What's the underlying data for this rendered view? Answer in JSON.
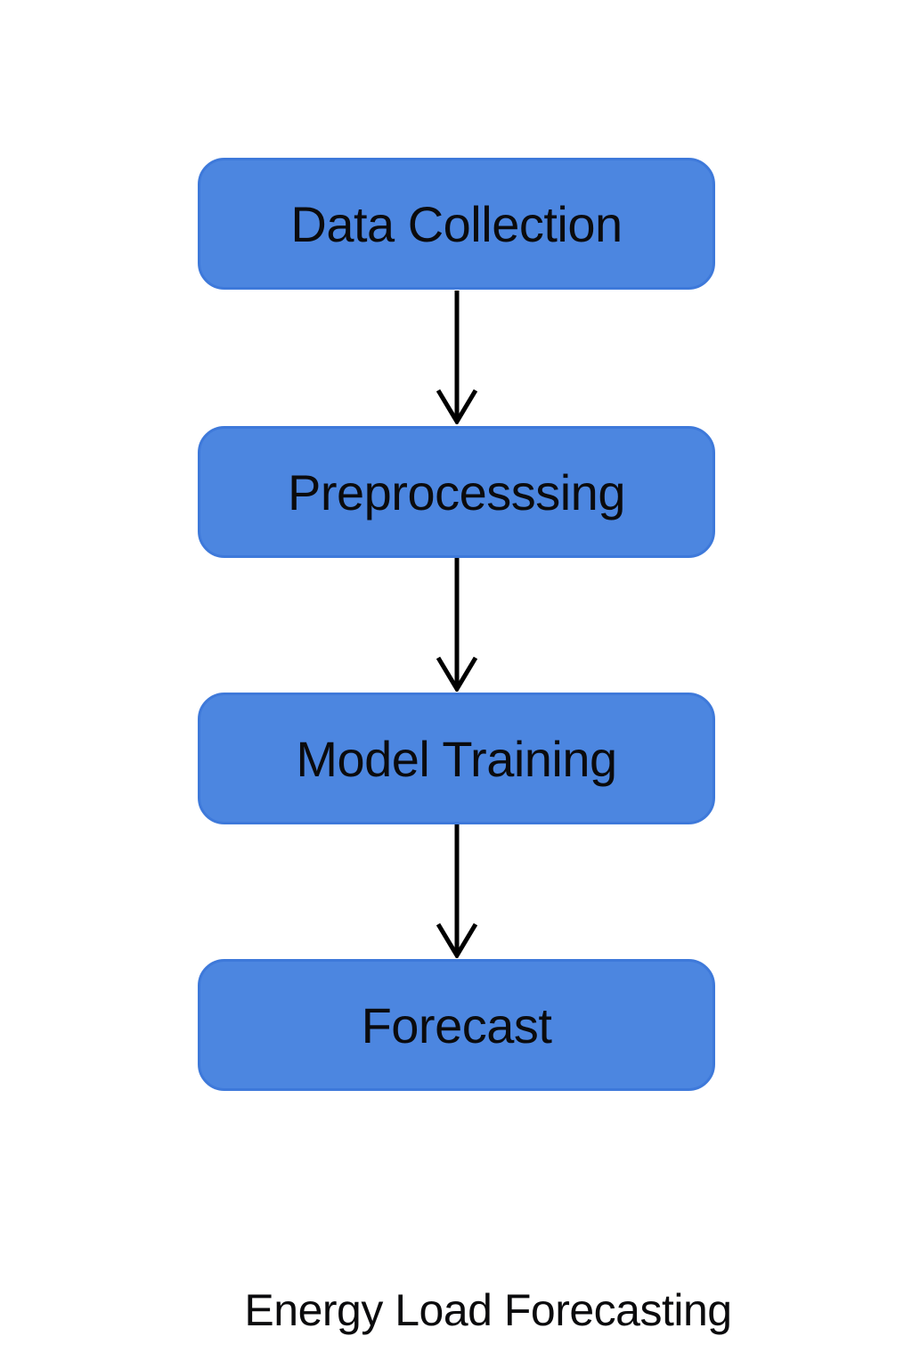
{
  "diagram": {
    "type": "flowchart",
    "direction": "top-to-bottom",
    "nodes": [
      {
        "id": "data-collection",
        "label": "Data Collection"
      },
      {
        "id": "preprocessing",
        "label": "Preprocesssing"
      },
      {
        "id": "model-training",
        "label": "Model Training"
      },
      {
        "id": "forecast",
        "label": "Forecast"
      }
    ],
    "connections": [
      {
        "from": "data-collection",
        "to": "preprocessing",
        "style": "arrow-down"
      },
      {
        "from": "preprocessing",
        "to": "model-training",
        "style": "arrow-down"
      },
      {
        "from": "model-training",
        "to": "forecast",
        "style": "arrow-down"
      }
    ],
    "caption": "Energy Load Forecasting"
  },
  "theme": {
    "background": "#ffffff",
    "node_fill": "#4C86E0",
    "node_border": "#3E79DA",
    "node_text": "#0b0b0d",
    "arrow_color": "#000000",
    "caption_color": "#0b0b0d"
  }
}
